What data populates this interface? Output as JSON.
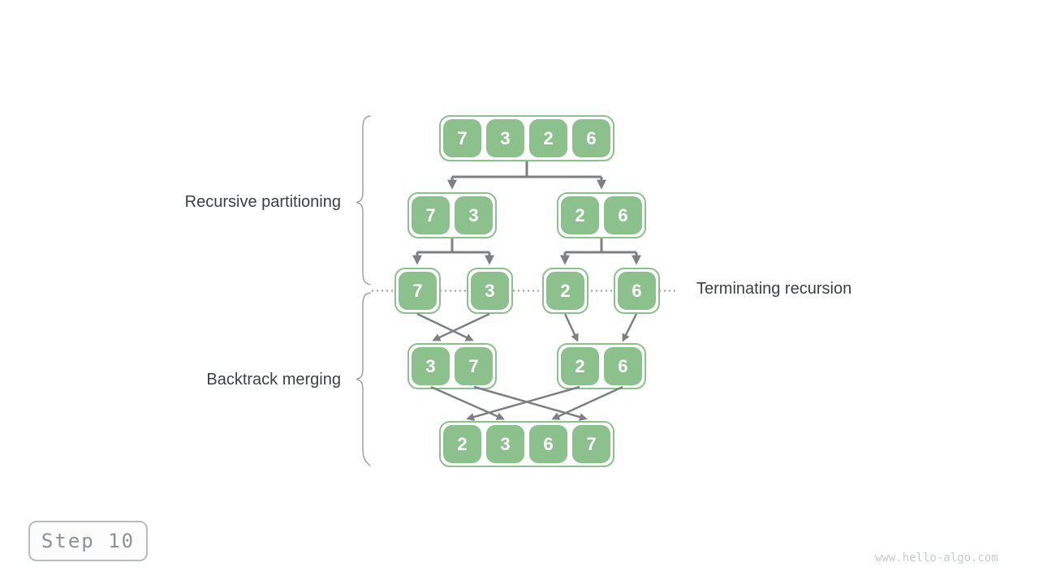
{
  "diagram": {
    "levels": [
      {
        "name": "level-1-original-array",
        "groups": [
          {
            "cells": [
              "7",
              "3",
              "2",
              "6"
            ]
          }
        ]
      },
      {
        "name": "level-2-halves",
        "groups": [
          {
            "cells": [
              "7",
              "3"
            ]
          },
          {
            "cells": [
              "2",
              "6"
            ]
          }
        ]
      },
      {
        "name": "level-3-single-elements",
        "groups": [
          {
            "cells": [
              "7"
            ]
          },
          {
            "cells": [
              "3"
            ]
          },
          {
            "cells": [
              "2"
            ]
          },
          {
            "cells": [
              "6"
            ]
          }
        ]
      },
      {
        "name": "level-4-merged-pairs",
        "groups": [
          {
            "cells": [
              "3",
              "7"
            ]
          },
          {
            "cells": [
              "2",
              "6"
            ]
          }
        ]
      },
      {
        "name": "level-5-sorted-array",
        "groups": [
          {
            "cells": [
              "2",
              "3",
              "6",
              "7"
            ]
          }
        ]
      }
    ]
  },
  "labels": {
    "recursive_partitioning": "Recursive partitioning",
    "backtrack_merging": "Backtrack merging",
    "terminating_recursion": "Terminating recursion"
  },
  "step_badge": {
    "label": "Step 10"
  },
  "watermark": {
    "text": "www.hello-algo.com"
  },
  "colors": {
    "cell_green": "#8cc08c",
    "arrow_gray": "#7d8083",
    "label_text": "#3c4043",
    "badge_text": "#8e9194",
    "badge_border": "#b9bcbf",
    "watermark": "#c8cbce",
    "brace": "#9a9a9a",
    "dotted_line": "#9b9b9b"
  }
}
